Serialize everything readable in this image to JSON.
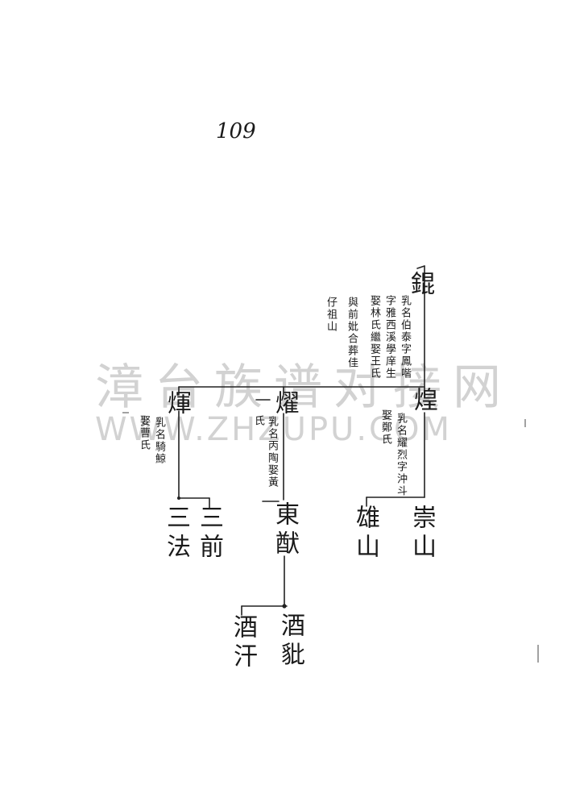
{
  "page_number": "109",
  "watermark": {
    "chinese": "漳台族谱对接网",
    "latin": "WWW.ZHZUPU.COM"
  },
  "persons": {
    "kun": {
      "name": "錕",
      "notes": [
        "乳名伯泰字鳳喈",
        "字雅西溪學庠生",
        "娶林氏繼娶王氏",
        "與前妣合葬佳",
        "仔祖山"
      ]
    },
    "huang": {
      "name": "煌",
      "notes": [
        "乳名耀烈字沖斗",
        "娶鄭氏"
      ]
    },
    "yao": {
      "name": "燿",
      "notes": [
        "乳名丙陶娶黃",
        "氏"
      ]
    },
    "hui": {
      "name": "煇",
      "notes": [
        "乳名騎鯨",
        "娶曹氏"
      ]
    },
    "chong_shan": {
      "name": "崇山"
    },
    "xiong_shan": {
      "name": "雄山"
    },
    "dong_xian": {
      "name": "東猷"
    },
    "san_qian": {
      "name": "三前"
    },
    "san_fa": {
      "name": "三法"
    },
    "jiu_pi": {
      "name": "酒豼"
    },
    "jiu_han": {
      "name": "酒汗"
    }
  }
}
